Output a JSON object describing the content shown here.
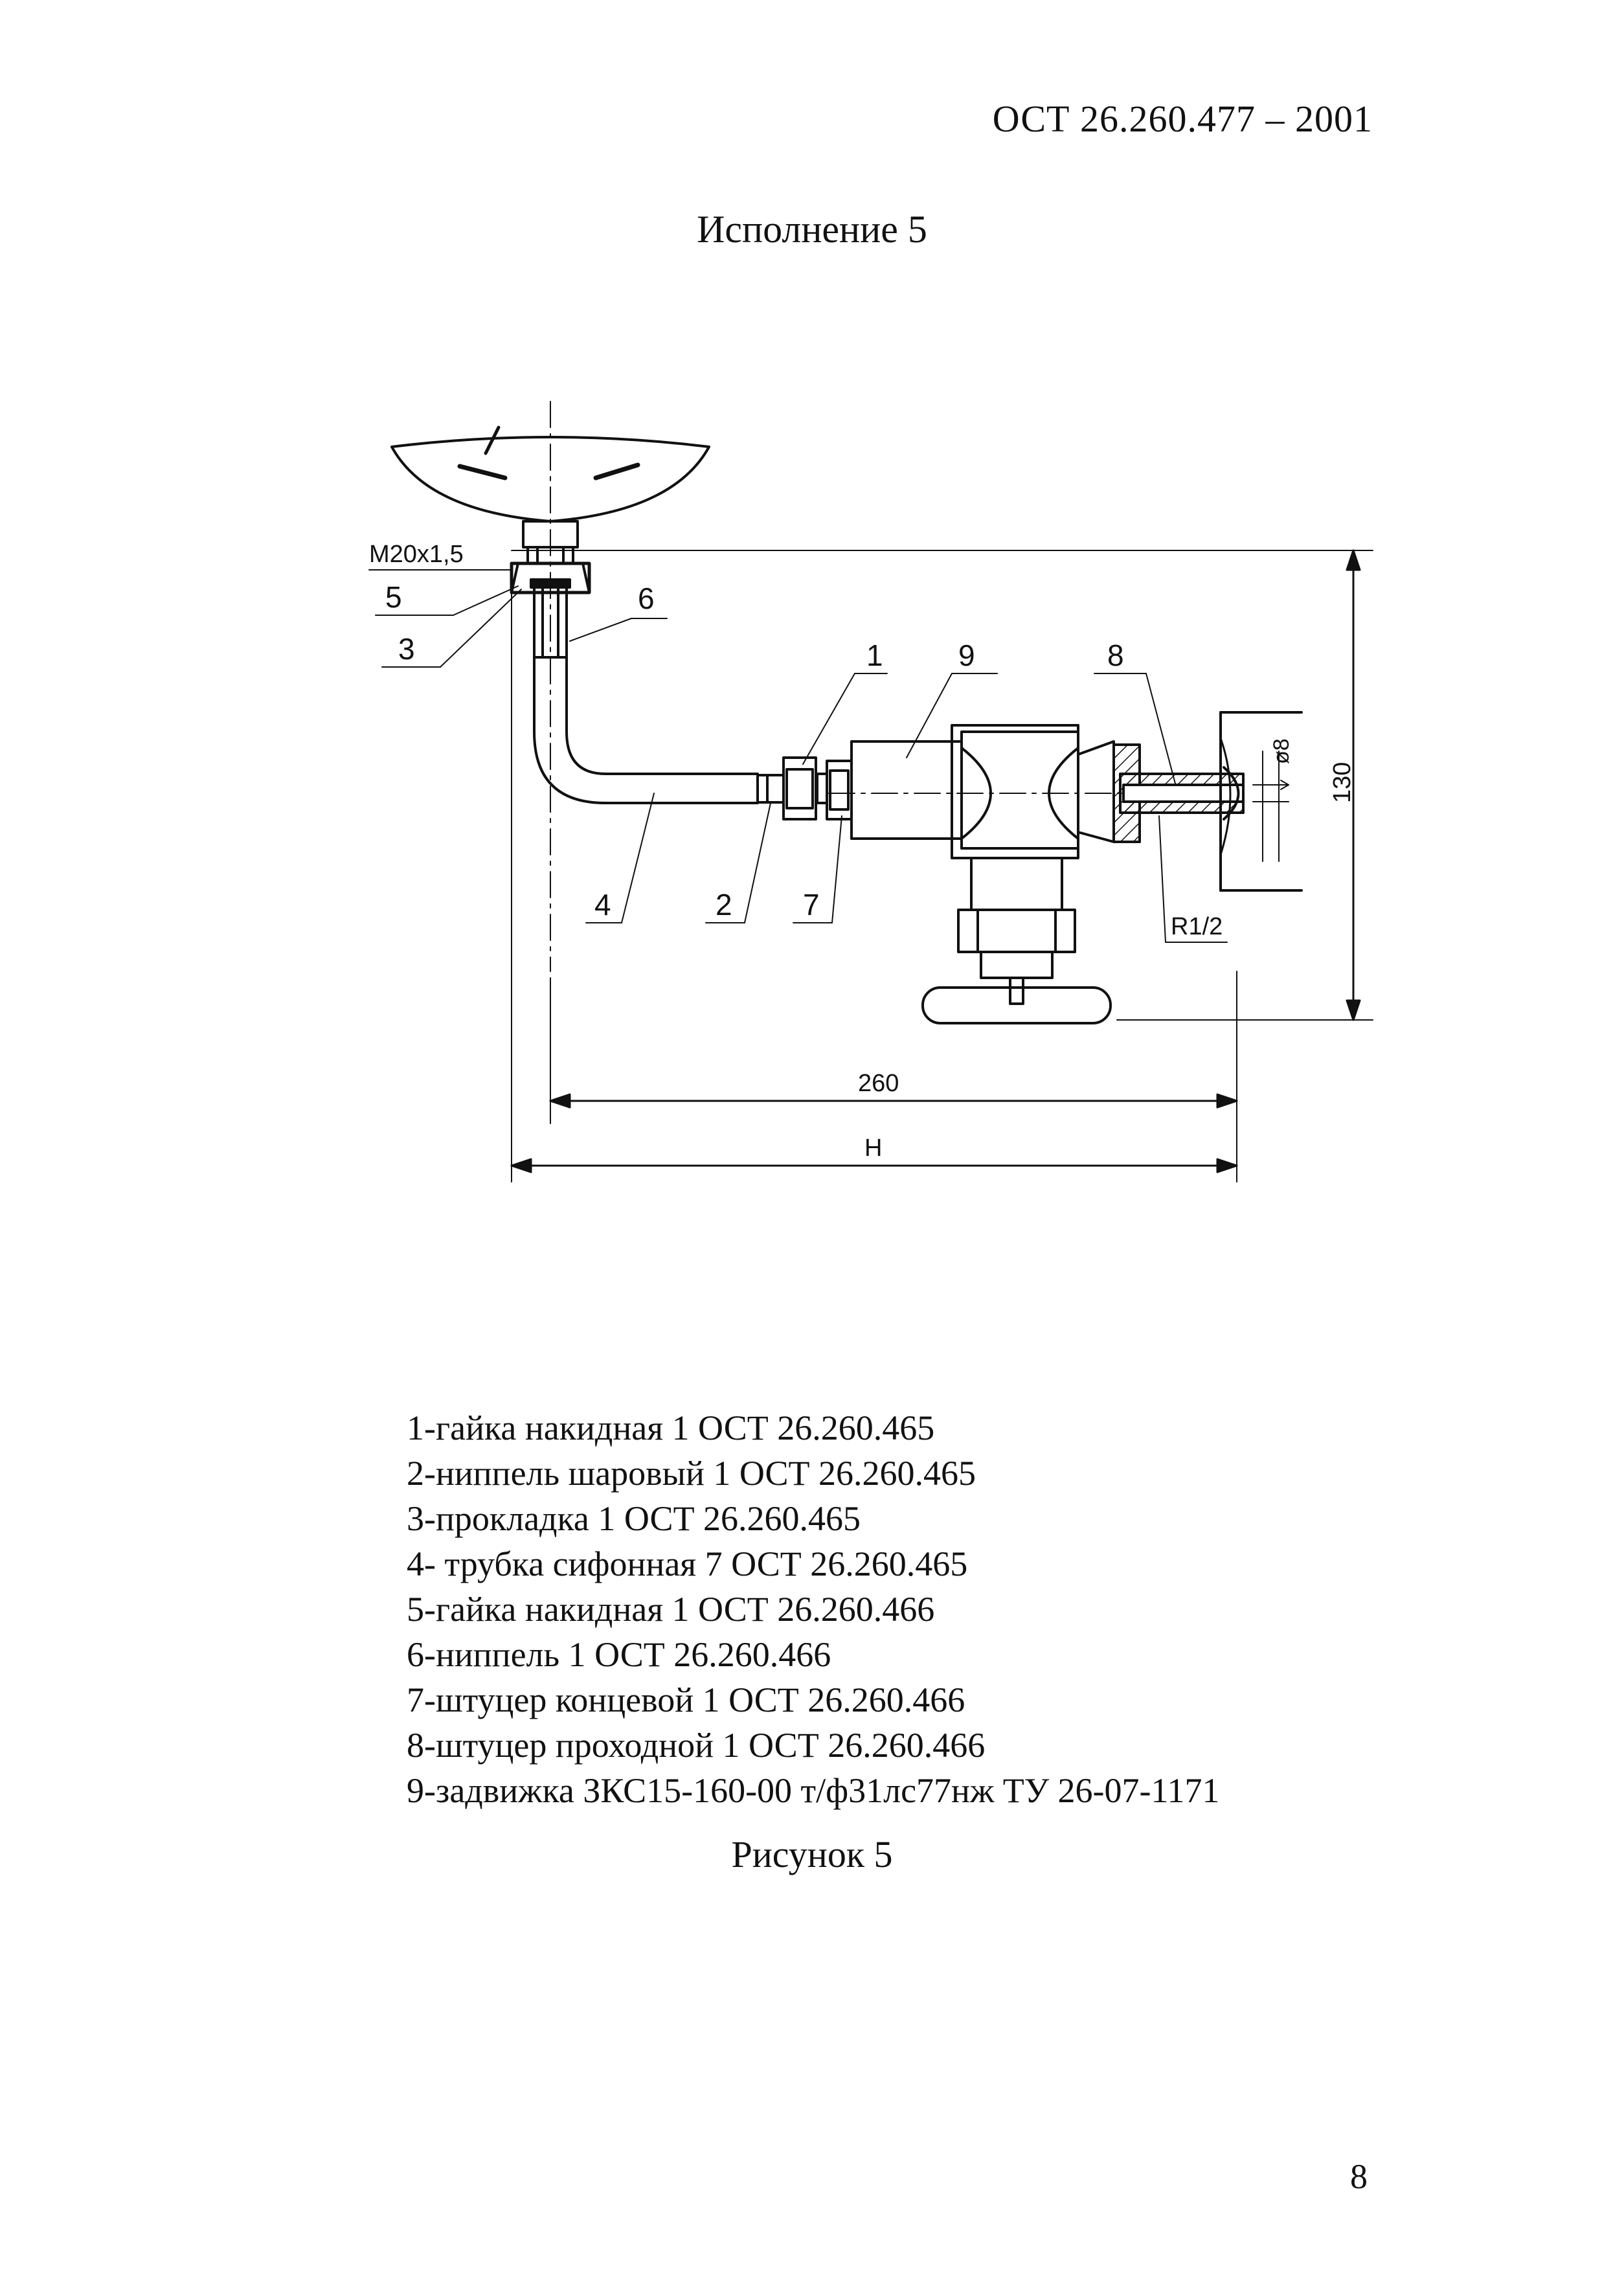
{
  "header": {
    "doc_code": "ОСТ 26.260.477 – 2001"
  },
  "subtitle": "Исполнение 5",
  "drawing": {
    "thread_label": "M20x1,5",
    "pipe_thread_label": "R1/2",
    "diameter_label": "ø8",
    "callouts": [
      "1",
      "2",
      "3",
      "4",
      "5",
      "6",
      "7",
      "8",
      "9"
    ],
    "dims": {
      "width": "260",
      "overall": "H",
      "height": "130"
    }
  },
  "parts": [
    "1-гайка накидная  1 ОСТ 26.260.465",
    "2-ниппель шаровый  1 ОСТ 26.260.465",
    "3-прокладка  1 ОСТ 26.260.465",
    "4- трубка сифонная 7 ОСТ 26.260.465",
    "5-гайка накидная  1 ОСТ 26.260.466",
    "6-ниппель  1 ОСТ 26.260.466",
    "7-штуцер концевой  1 ОСТ 26.260.466",
    "8-штуцер проходной  1 ОСТ 26.260.466",
    "9-задвижка ЗКС15-160-00 т/ф31лс77нж ТУ 26-07-1171"
  ],
  "figure_caption": "Рисунок  5",
  "page_number": "8"
}
